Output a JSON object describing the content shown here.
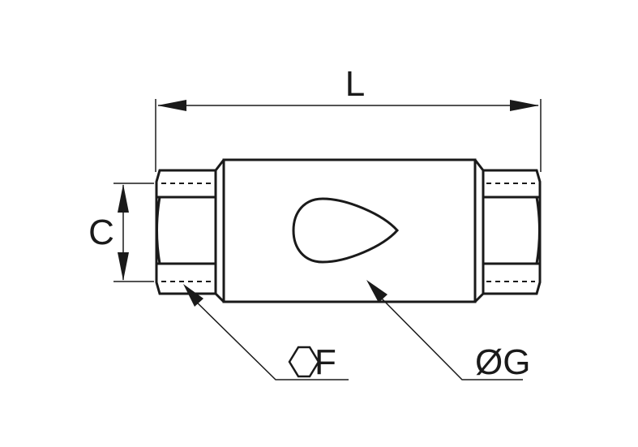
{
  "labels": {
    "length": "L",
    "height": "C",
    "hex": "F",
    "diameter": "ØG"
  },
  "icons": {
    "hex_symbol": "hexagon-icon"
  },
  "colors": {
    "line": "#1a1a1a",
    "background": "#ffffff"
  }
}
